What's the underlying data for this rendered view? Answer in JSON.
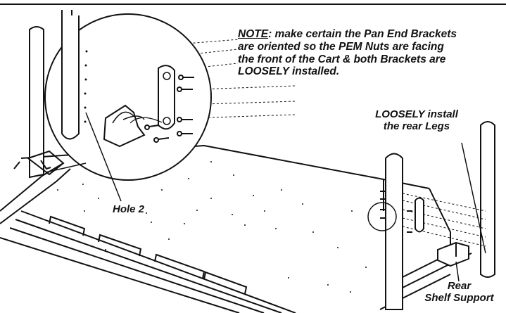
{
  "note": {
    "key": "NOTE",
    "line1": ": make certain the Pan End Brackets",
    "line2": "are oriented so the PEM Nuts are facing",
    "line3": "the front of the Cart & both Brackets are",
    "line4": "LOOSELY installed."
  },
  "labels": {
    "rear_legs_line1": "LOOSELY install",
    "rear_legs_line2": "the rear Legs",
    "hole": "Hole 2",
    "rear_shelf_line1": "Rear",
    "rear_shelf_line2": "Shelf Support"
  },
  "colors": {
    "ink": "#111111",
    "paper": "#ffffff"
  }
}
